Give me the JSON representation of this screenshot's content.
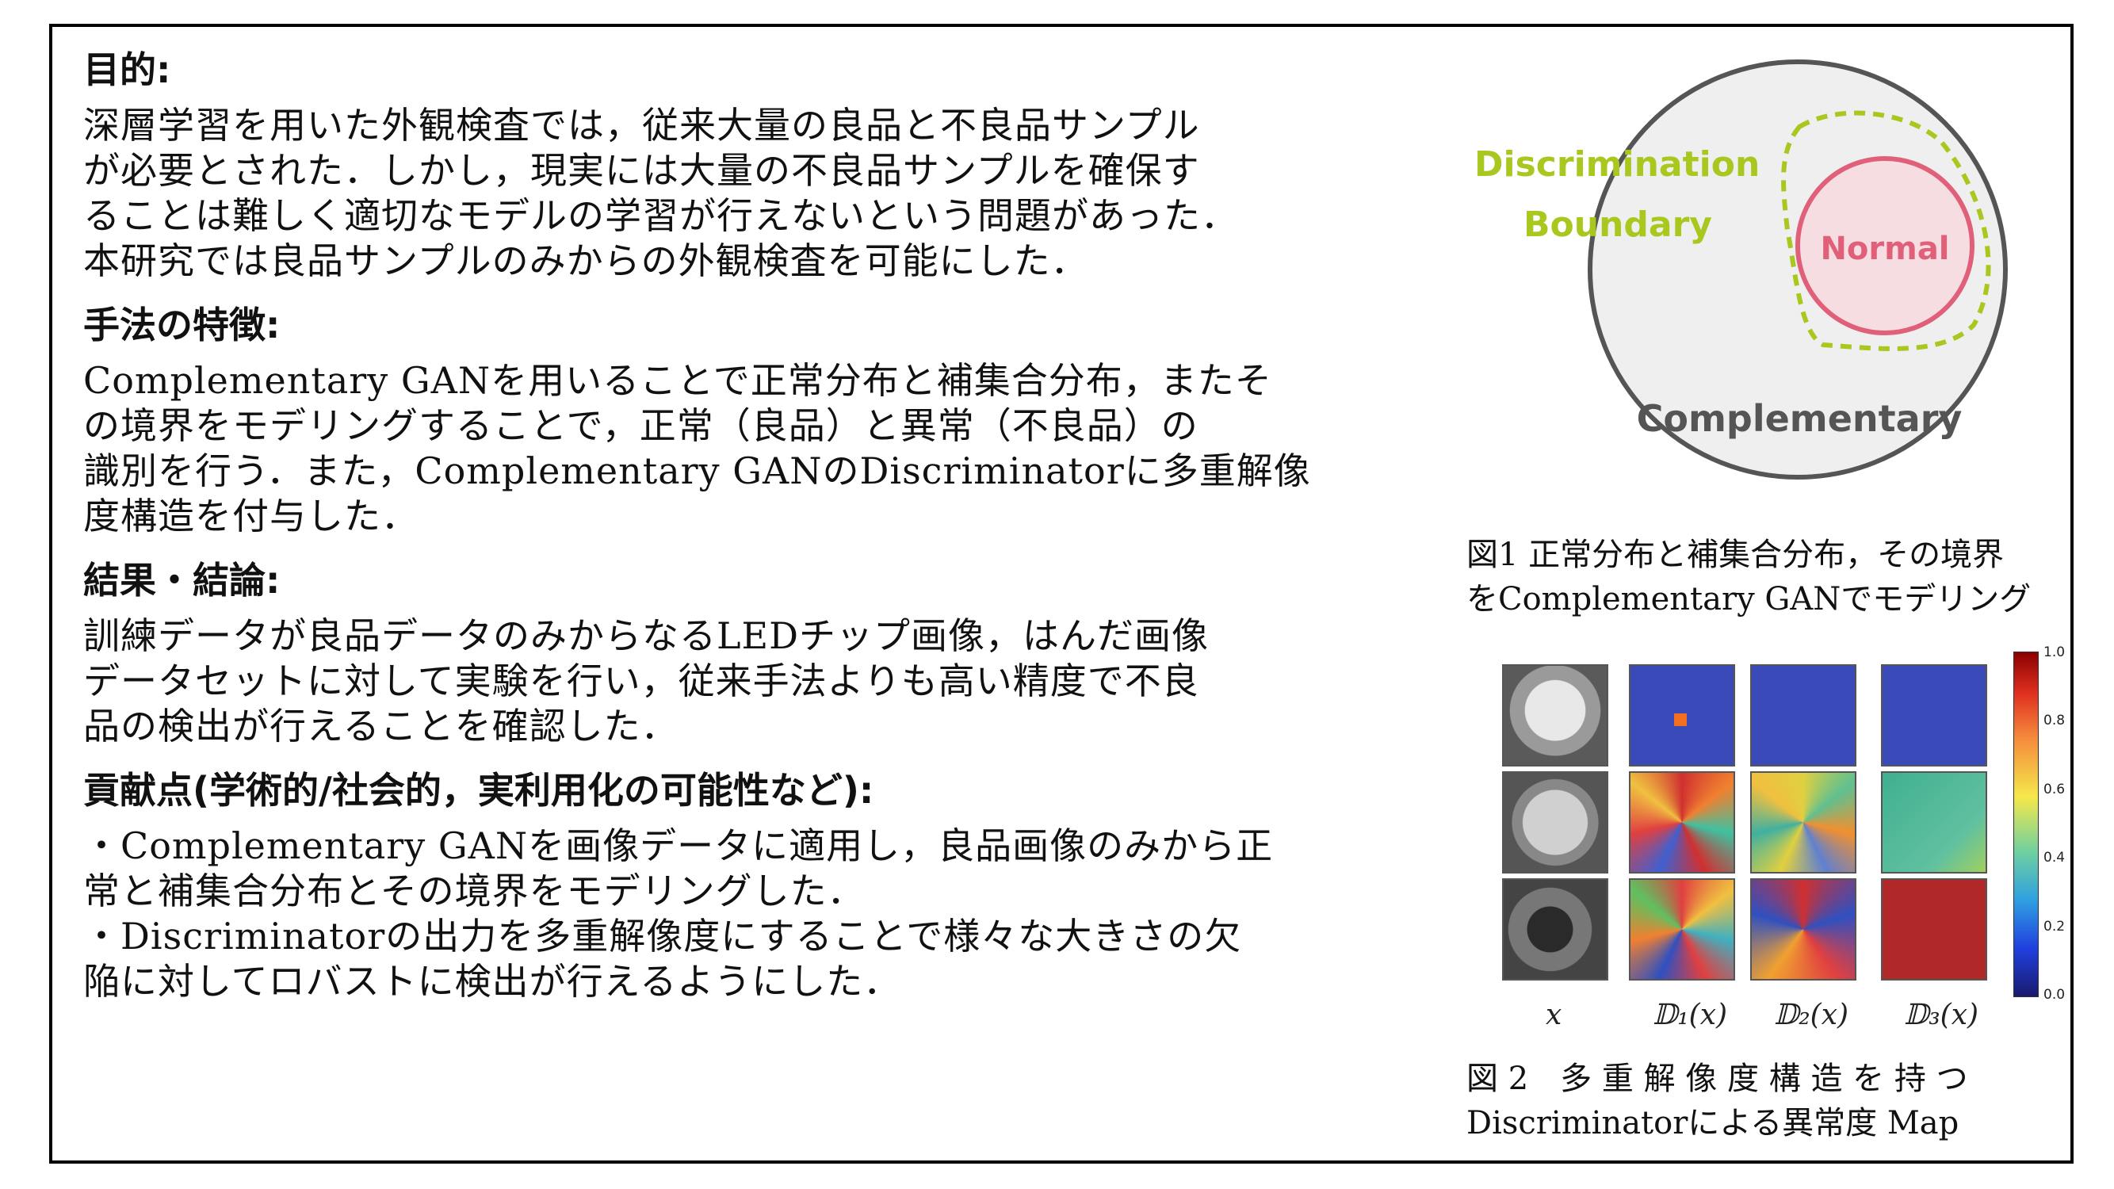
{
  "sections": [
    {
      "heading": "目的:",
      "text": "深層学習を用いた外観検査では，従来大量の良品と不良品サンプル\nが必要とされた．しかし，現実には大量の不良品サンプルを確保す\nることは難しく適切なモデルの学習が行えないという問題があった．\n本研究では良品サンプルのみからの外観検査を可能にした．"
    },
    {
      "heading": "手法の特徴:",
      "text": "Complementary GANを用いることで正常分布と補集合分布，またそ\nの境界をモデリングすることで，正常（良品）と異常（不良品）の\n識別を行う．また，Complementary GANのDiscriminatorに多重解像\n度構造を付与した．"
    },
    {
      "heading": "結果・結論:",
      "text": "訓練データが良品データのみからなるLEDチップ画像，はんだ画像\nデータセットに対して実験を行い，従来手法よりも高い精度で不良\n品の検出が行えることを確認した．"
    },
    {
      "heading": "貢献点(学術的/社会的，実利用化の可能性など):",
      "text": "・Complementary GANを画像データに適用し，良品画像のみから正\n常と補集合分布とその境界をモデリングした．\n・Discriminatorの出力を多重解像度にすることで様々な大きさの欠\n陥に対してロバストに検出が行えるようにした．"
    }
  ],
  "figure1": {
    "label_boundary_1": "Discrimination",
    "label_boundary_2": "Boundary",
    "label_normal": "Normal",
    "label_complementary": "Complementary",
    "caption": "図1 正常分布と補集合分布，その境界\nをComplementary GANでモデリング",
    "colors": {
      "boundary": "#a8c820",
      "normal": "#e0607a",
      "circle_fill": "#efefef",
      "circle_stroke": "#555555",
      "complementary_text": "#555555"
    }
  },
  "figure2": {
    "column_labels": [
      "x",
      "𝔻₁(x)",
      "𝔻₂(x)",
      "𝔻₃(x)"
    ],
    "colorbar_ticks": [
      "1.0",
      "0.8",
      "0.6",
      "0.4",
      "0.2",
      "0.0"
    ],
    "caption": "図 2　多 重 解 像 度 構 造 を 持 つ\nDiscriminatorによる異常度 Map"
  }
}
